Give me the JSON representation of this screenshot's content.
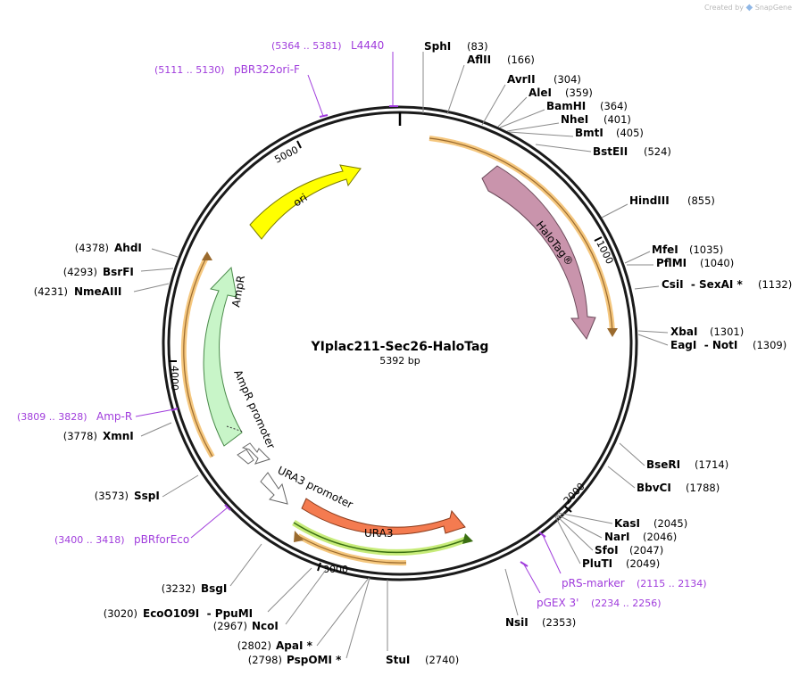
{
  "credit": {
    "created_by": "Created by",
    "brand": "SnapGene"
  },
  "plasmid": {
    "name": "YIplac211-Sec26-HaloTag",
    "size_label": "5392 bp"
  },
  "ticks": [
    "1000",
    "2000",
    "3000",
    "4000",
    "5000"
  ],
  "features": [
    {
      "label": "HaloTag®",
      "color": "#c994ac"
    },
    {
      "label": "URA3",
      "color": "#f47b50"
    },
    {
      "label": "URA3 promoter",
      "color": "#ffffff"
    },
    {
      "label": "AmpR promoter",
      "color": "#ffffff"
    },
    {
      "label": "AmpR",
      "color": "#c8f5c8"
    },
    {
      "label": "ori",
      "color": "#ffff00"
    }
  ],
  "enzymes": [
    {
      "name": "SphI",
      "pos": "(83)"
    },
    {
      "name": "AflII",
      "pos": "(166)"
    },
    {
      "name": "AvrII",
      "pos": "(304)"
    },
    {
      "name": "AleI",
      "pos": "(359)"
    },
    {
      "name": "BamHI",
      "pos": "(364)"
    },
    {
      "name": "NheI",
      "pos": "(401)"
    },
    {
      "name": "BmtI",
      "pos": "(405)"
    },
    {
      "name": "BstEII",
      "pos": "(524)"
    },
    {
      "name": "HindIII",
      "pos": "(855)"
    },
    {
      "name": "MfeI",
      "pos": "(1035)"
    },
    {
      "name": "PflMI",
      "pos": "(1040)"
    },
    {
      "name": "CsiI  - SexAI *",
      "pos": "(1132)"
    },
    {
      "name": "XbaI",
      "pos": "(1301)"
    },
    {
      "name": "EagI  - NotI",
      "pos": "(1309)"
    },
    {
      "name": "BseRI",
      "pos": "(1714)"
    },
    {
      "name": "BbvCI",
      "pos": "(1788)"
    },
    {
      "name": "KasI",
      "pos": "(2045)"
    },
    {
      "name": "NarI",
      "pos": "(2046)"
    },
    {
      "name": "SfoI",
      "pos": "(2047)"
    },
    {
      "name": "PluTI",
      "pos": "(2049)"
    },
    {
      "name": "NsiI",
      "pos": "(2353)"
    },
    {
      "name": "StuI",
      "pos": "(2740)"
    },
    {
      "name": "PspOMI *",
      "pos": "(2798)"
    },
    {
      "name": "ApaI *",
      "pos": "(2802)"
    },
    {
      "name": "NcoI",
      "pos": "(2967)"
    },
    {
      "name": "EcoO109I  - PpuMI",
      "pos": "(3020)"
    },
    {
      "name": "BsgI",
      "pos": "(3232)"
    },
    {
      "name": "SspI",
      "pos": "(3573)"
    },
    {
      "name": "XmnI",
      "pos": "(3778)"
    },
    {
      "name": "NmeAIII",
      "pos": "(4231)"
    },
    {
      "name": "BsrFI",
      "pos": "(4293)"
    },
    {
      "name": "AhdI",
      "pos": "(4378)"
    }
  ],
  "primers": [
    {
      "name": "L4440",
      "range": "(5364 .. 5381)"
    },
    {
      "name": "pBR322ori-F",
      "range": "(5111 .. 5130)"
    },
    {
      "name": "pRS-marker",
      "range": "(2115 .. 2134)"
    },
    {
      "name": "pGEX 3'",
      "range": "(2234 .. 2256)"
    },
    {
      "name": "Amp-R",
      "range": "(3809 .. 3828)"
    },
    {
      "name": "pBRforEco",
      "range": "(3400 .. 3418)"
    }
  ]
}
